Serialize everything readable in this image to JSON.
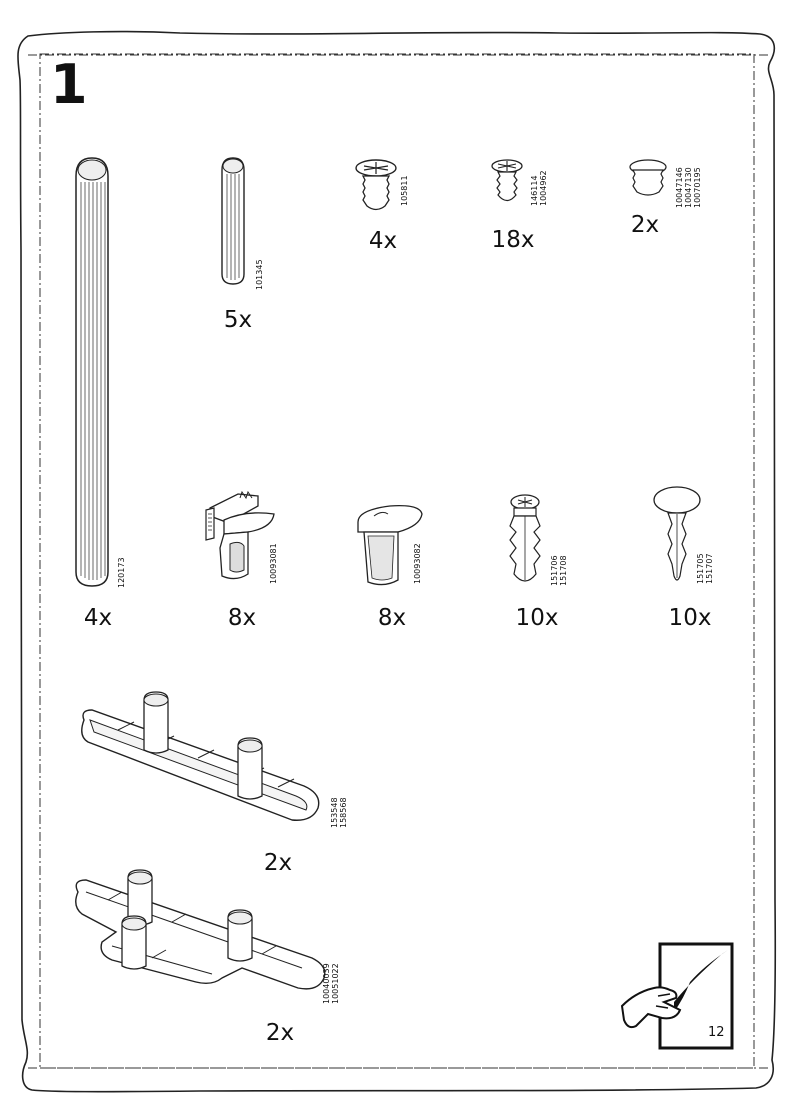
{
  "step": {
    "number": "1"
  },
  "parts": [
    {
      "name": "long-dowel",
      "quantity": "4x",
      "codes": [
        "120173"
      ]
    },
    {
      "name": "short-dowel",
      "quantity": "5x",
      "codes": [
        "101345"
      ]
    },
    {
      "name": "screw-large",
      "quantity": "4x",
      "codes": [
        "105811"
      ]
    },
    {
      "name": "screw-small",
      "quantity": "18x",
      "codes": [
        "146114",
        "1004962"
      ]
    },
    {
      "name": "cam-cap",
      "quantity": "2x",
      "codes": [
        "10047146",
        "10047130",
        "10070195"
      ]
    },
    {
      "name": "shelf-clip-a",
      "quantity": "8x",
      "codes": [
        "10093081"
      ]
    },
    {
      "name": "shelf-clip-b",
      "quantity": "8x",
      "codes": [
        "10093082"
      ]
    },
    {
      "name": "wall-plug-screw",
      "quantity": "10x",
      "codes": [
        "151706",
        "151708"
      ]
    },
    {
      "name": "push-pin-plug",
      "quantity": "10x",
      "codes": [
        "151705",
        "151707"
      ]
    },
    {
      "name": "straight-connector",
      "quantity": "2x",
      "codes": [
        "153548",
        "158568"
      ]
    },
    {
      "name": "t-connector",
      "quantity": "2x",
      "codes": [
        "10040039",
        "10051022"
      ]
    }
  ],
  "footer": {
    "page_number": "12"
  }
}
